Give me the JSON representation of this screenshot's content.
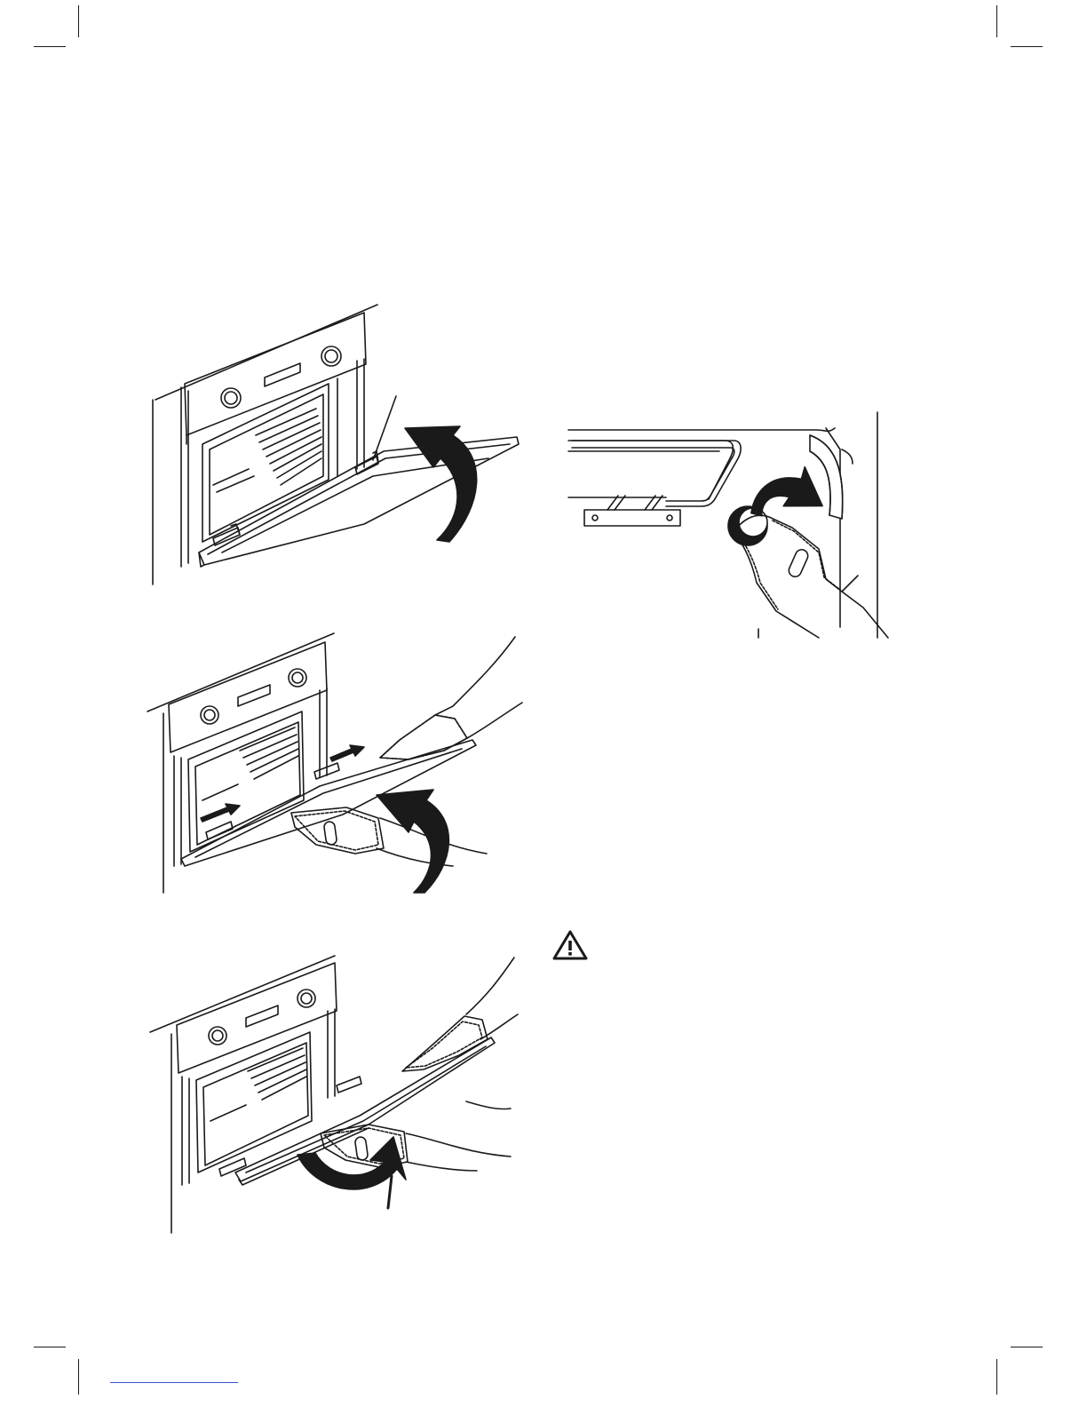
{
  "page": {
    "background": "#ffffff",
    "ink": "#1a1a1a"
  },
  "figures": [
    {
      "id": "door-lift-hinges",
      "depicts": "oven-door-open-hinge-levers-arrow-up"
    },
    {
      "id": "door-slide-out",
      "depicts": "gloved-hands-lifting-door-with-arrows"
    },
    {
      "id": "door-tilt-remove",
      "depicts": "gloved-hands-rotating-door-off-hinges"
    },
    {
      "id": "shelf-support-removal",
      "depicts": "gloved-hand-pulling-shelf-runner"
    }
  ],
  "warning": {
    "icon": "warning-triangle-icon"
  }
}
